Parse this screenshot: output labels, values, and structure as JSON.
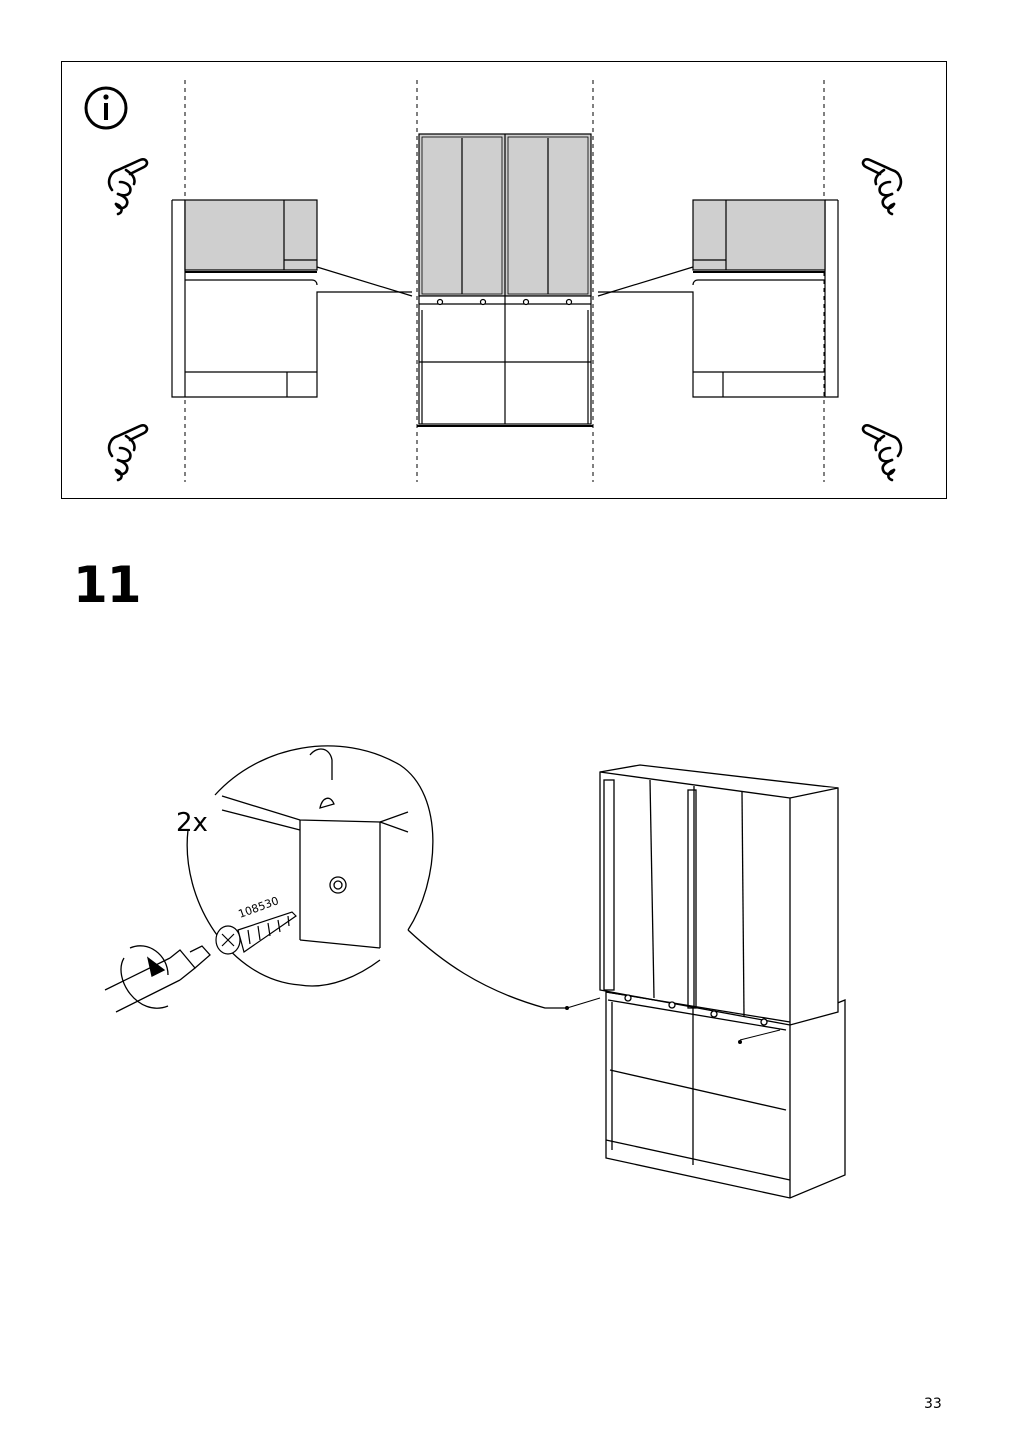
{
  "step": {
    "number": "11",
    "quantity": "2x",
    "part_number": "108530"
  },
  "page": {
    "number": "33"
  },
  "icons": {
    "info": "info-circle-icon",
    "hand": "pointing-hand-icon",
    "screwdriver": "screwdriver-icon",
    "screw": "screw-icon"
  },
  "colors": {
    "panel_fill": "#cfcfcf",
    "line": "#000000"
  }
}
